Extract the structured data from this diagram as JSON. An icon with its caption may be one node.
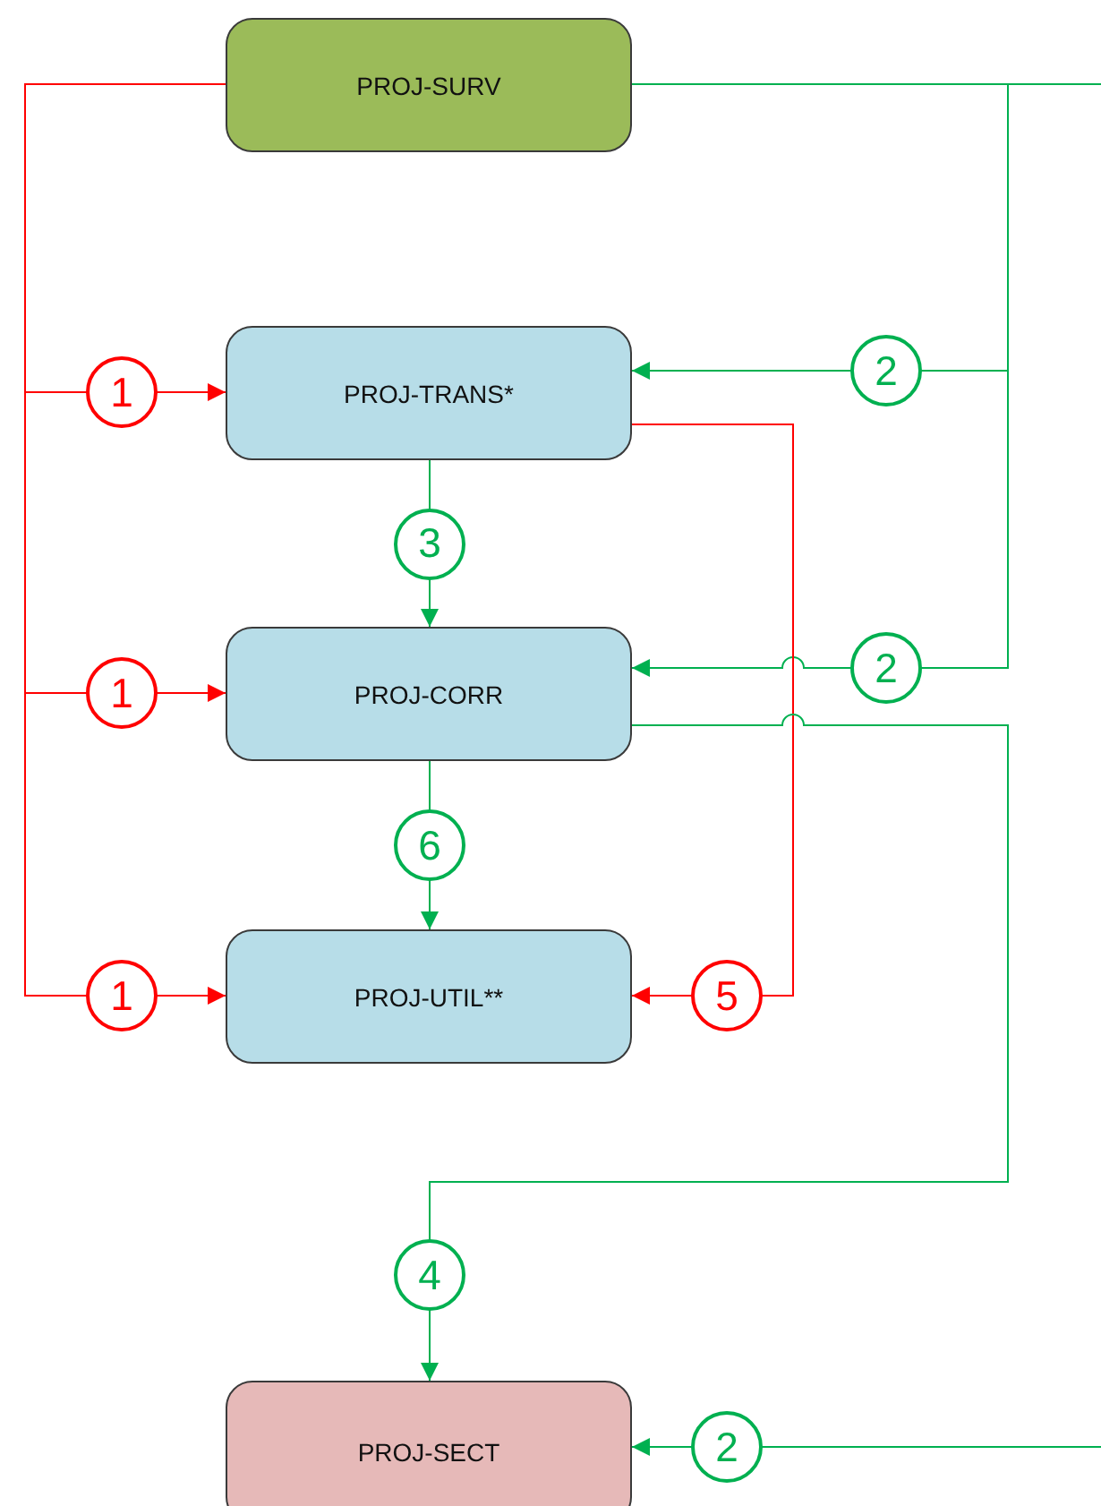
{
  "diagram": {
    "nodes": [
      {
        "text": [
          "PROJ-SURV"
        ]
      },
      {
        "text": [
          "PROJ-TRANS*"
        ]
      },
      {
        "text": [
          "PROJ-CORR"
        ]
      },
      {
        "text": [
          "PROJ-UTIL**"
        ]
      },
      {
        "text": [
          "PROJ-SECT"
        ]
      }
    ],
    "edges": [
      {
        "from": 0,
        "to": 1,
        "arrow": "to",
        "label": "1",
        "color": "#ff0000"
      },
      {
        "from": 0,
        "to": 2,
        "arrow": "to",
        "label": "1",
        "color": "#ff0000"
      },
      {
        "from": 0,
        "to": 3,
        "arrow": "to",
        "label": "1",
        "color": "#ff0000"
      },
      {
        "from": 0,
        "to": 1,
        "arrow": "to",
        "label": "2"
      },
      {
        "from": 0,
        "to": 2,
        "arrow": "to",
        "label": "2"
      },
      {
        "from": 0,
        "to": 4,
        "arrow": "to",
        "label": "2"
      },
      {
        "from": 1,
        "to": 2,
        "arrow": "to",
        "label": "3"
      },
      {
        "from": 1,
        "to": 3,
        "arrow": "to",
        "label": "5",
        "color": "#ff0000"
      },
      {
        "from": 2,
        "to": 3,
        "arrow": "to",
        "label": "6"
      },
      {
        "from": 2,
        "to": 4,
        "arrow": "to",
        "label": "4"
      }
    ]
  }
}
